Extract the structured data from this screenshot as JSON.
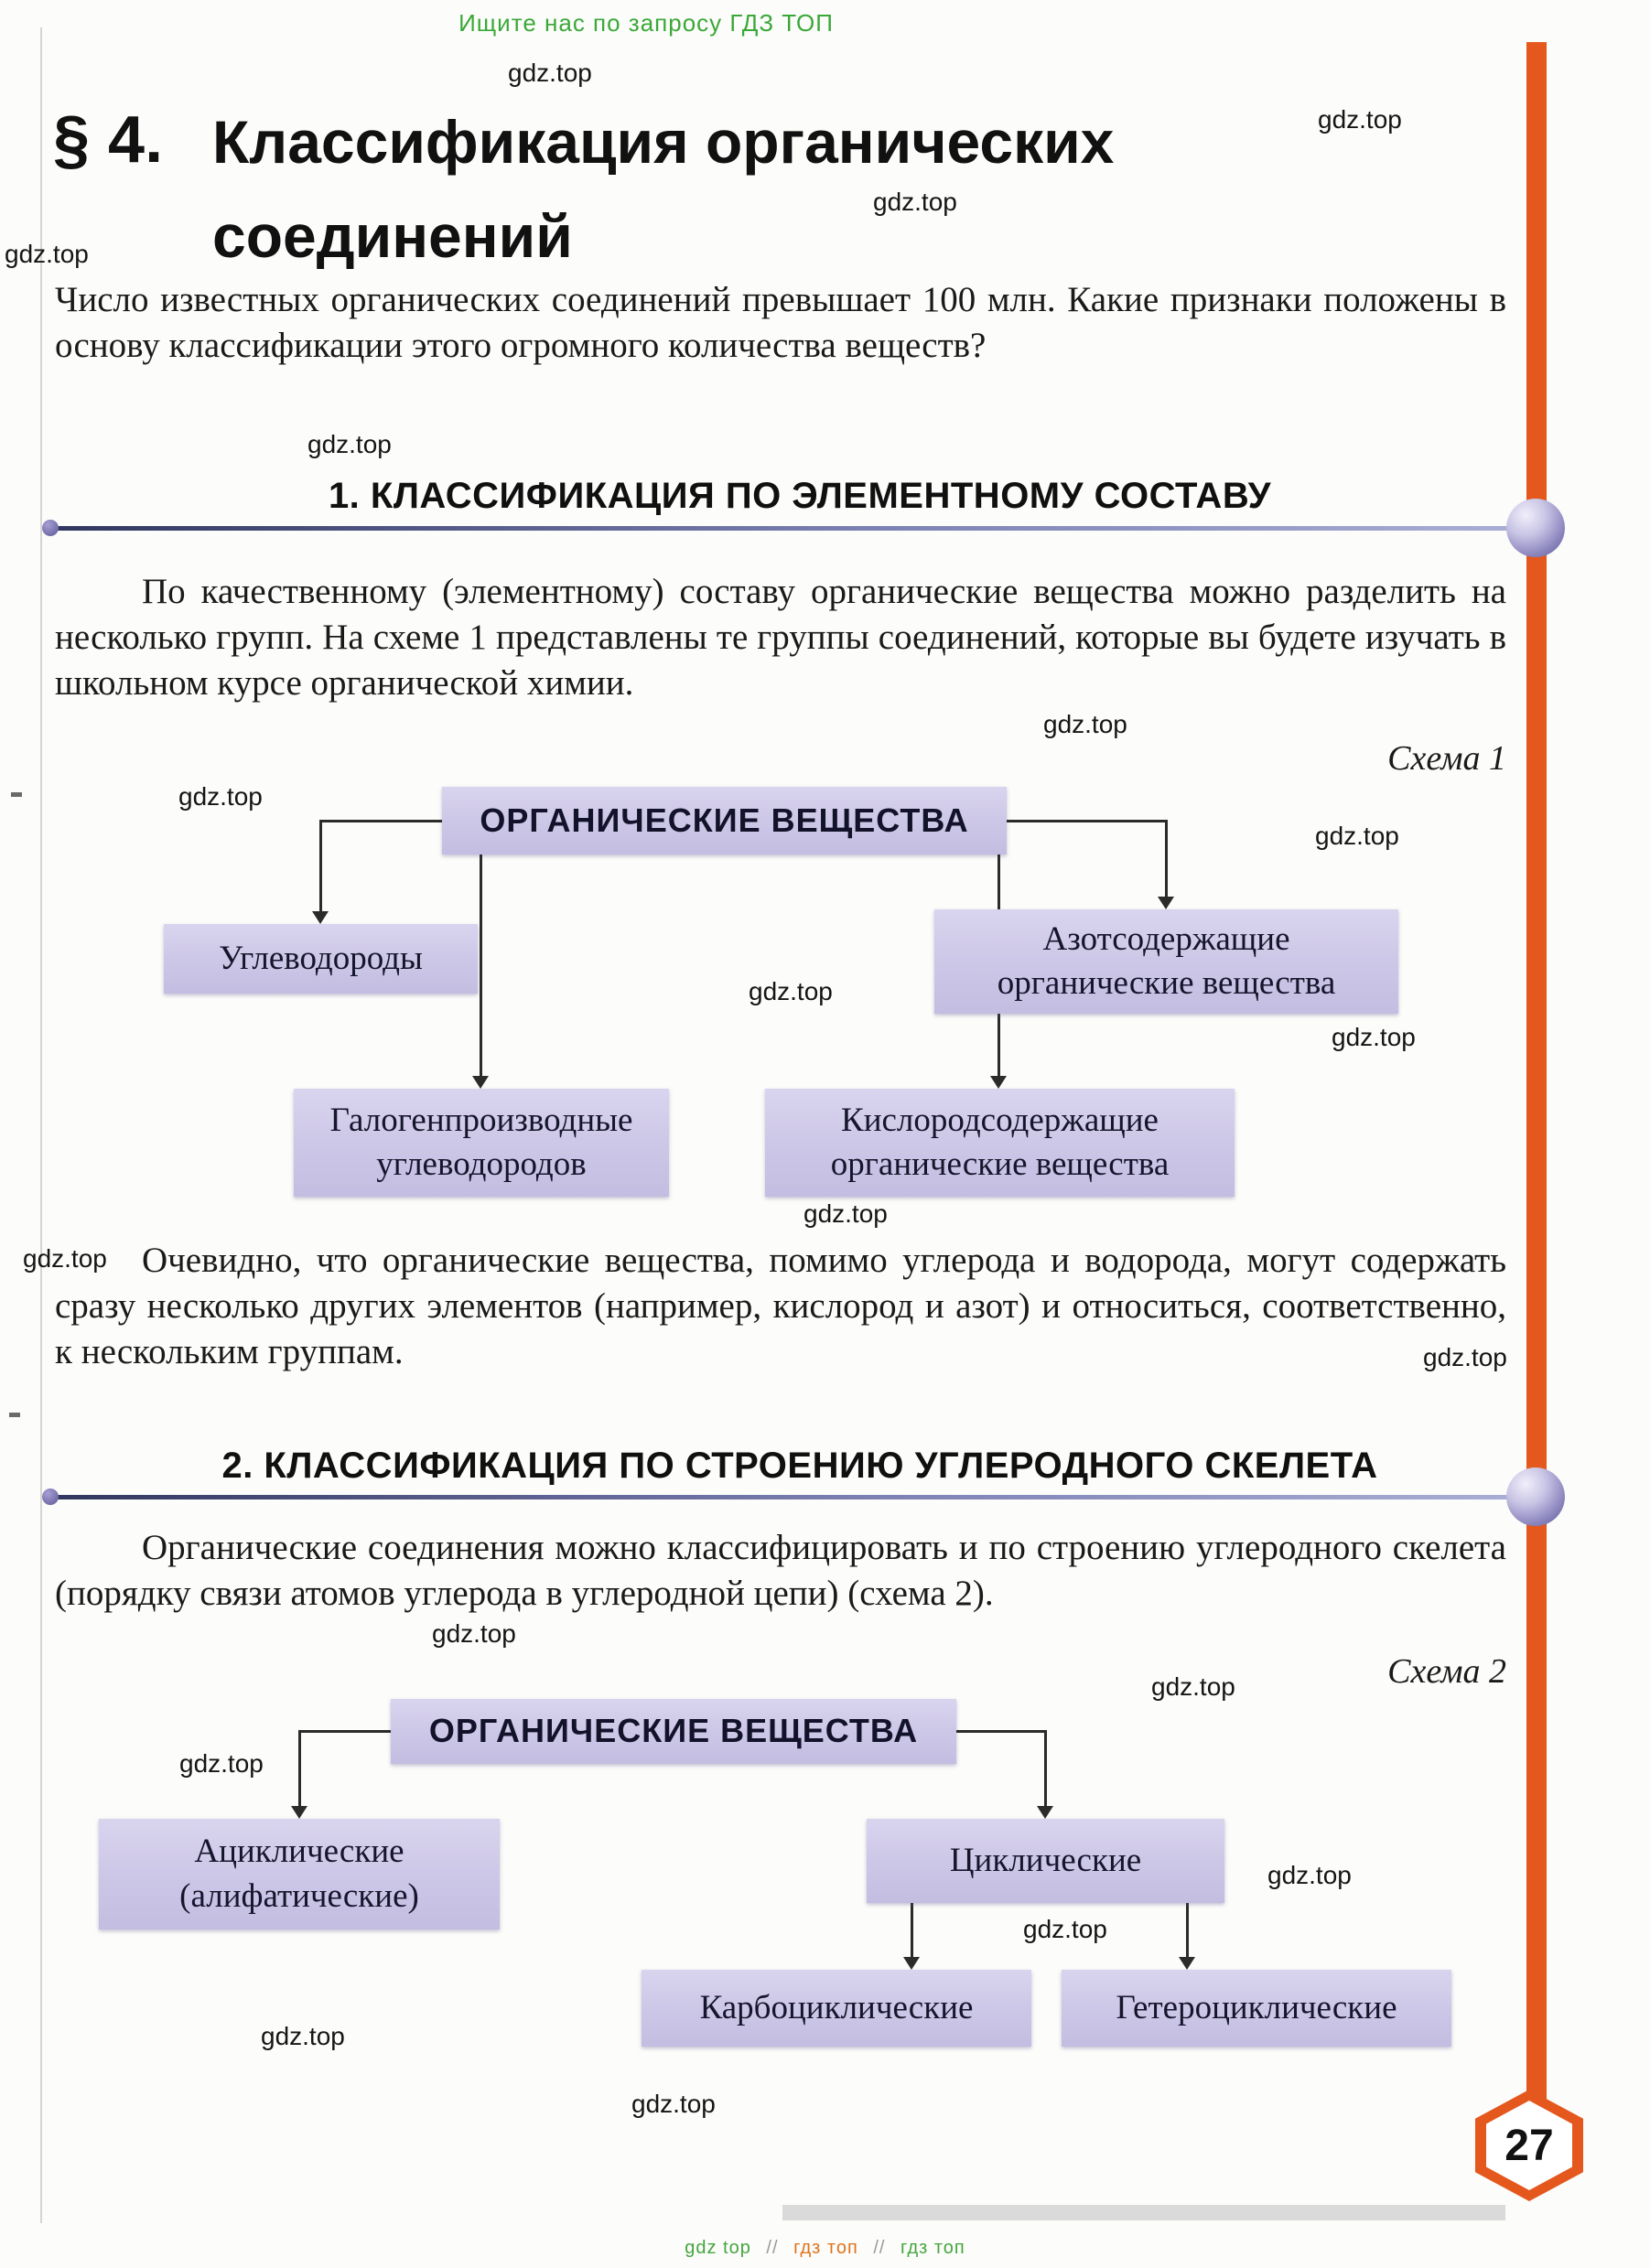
{
  "watermark": {
    "text": "gdz.top"
  },
  "promo_top": "Ищите нас по запросу ГДЗ ТОП",
  "header": {
    "paragraph_mark": "§ 4.",
    "title": "Классификация органических соединений"
  },
  "intro": "Число известных органических соединений превышает 100 млн. Какие признаки положены в основу классификации этого огромного количества веществ?",
  "section1": {
    "heading": "1. КЛАССИФИКАЦИЯ ПО ЭЛЕМЕНТНОМУ СОСТАВУ",
    "para1": "По качественному (элементному) составу органические вещества можно разделить на несколько групп. На схеме 1 представлены те группы соединений, которые вы будете изучать в школьном курсе органической химии.",
    "scheme_label": "Схема 1",
    "para2": "Очевидно, что органические вещества, помимо углерода и водорода, могут содержать сразу несколько других элементов (например, кислород и азот) и относиться, соответственно, к нескольким группам."
  },
  "scheme1": {
    "root": "ОРГАНИЧЕСКИЕ ВЕЩЕСТВА",
    "hydrocarbons": "Углеводороды",
    "nitrogen": "Азотсодержащие органические вещества",
    "halogen": "Галогенпроизводные углеводородов",
    "oxygen": "Кислородсодержащие органические вещества"
  },
  "section2": {
    "heading": "2. КЛАССИФИКАЦИЯ ПО СТРОЕНИЮ УГЛЕРОДНОГО СКЕЛЕТА",
    "para1": "Органические соединения можно классифицировать и по строению углеродного скелета (порядку связи атомов углерода в углеродной цепи) (схема 2).",
    "scheme_label": "Схема 2"
  },
  "scheme2": {
    "root": "ОРГАНИЧЕСКИЕ ВЕЩЕСТВА",
    "acyclic": "Ациклические (алифатические)",
    "cyclic": "Циклические",
    "carbocyclic": "Карбоциклические",
    "heterocyclic": "Гетероциклические"
  },
  "page_number": "27",
  "footer": {
    "part1": "gdz top",
    "sep1": "//",
    "part2": "гдз топ",
    "sep2": "//",
    "part3": "гдз топ"
  }
}
